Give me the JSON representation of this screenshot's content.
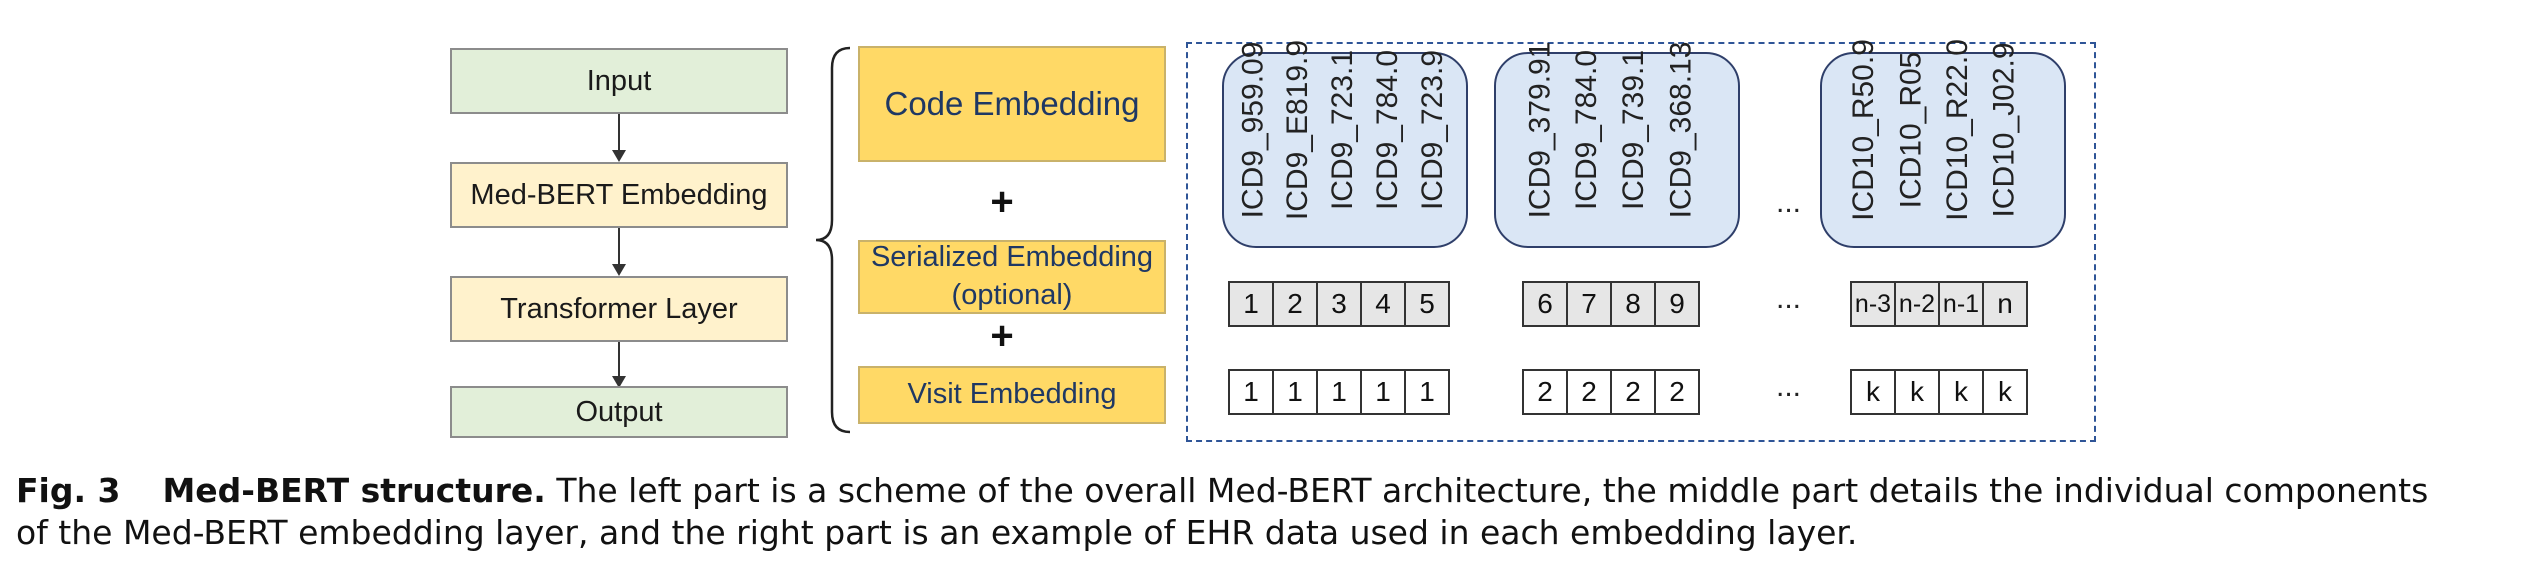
{
  "left_flow": [
    "Input",
    "Med-BERT Embedding",
    "Transformer Layer",
    "Output"
  ],
  "middle": {
    "code_embedding": "Code Embedding",
    "serialized_embedding_line1": "Serialized Embedding",
    "serialized_embedding_line2": "(optional)",
    "visit_embedding": "Visit Embedding",
    "plus": "+"
  },
  "groups": [
    {
      "codes": [
        "ICD9_959.09",
        "ICD9_E819.9",
        "ICD9_723.1",
        "ICD9_784.0",
        "ICD9_723.9"
      ],
      "serial": [
        "1",
        "2",
        "3",
        "4",
        "5"
      ],
      "visit": [
        "1",
        "1",
        "1",
        "1",
        "1"
      ]
    },
    {
      "codes": [
        "ICD9_379.91",
        "ICD9_784.0",
        "ICD9_739.1",
        "ICD9_368.13"
      ],
      "serial": [
        "6",
        "7",
        "8",
        "9"
      ],
      "visit": [
        "2",
        "2",
        "2",
        "2"
      ]
    },
    {
      "codes": [
        "ICD10_R50.9",
        "ICD10_R05",
        "ICD10_R22.0",
        "ICD10_J02.9"
      ],
      "serial": [
        "n-3",
        "n-2",
        "n-1",
        "n"
      ],
      "visit": [
        "k",
        "k",
        "k",
        "k"
      ]
    }
  ],
  "ellipsis": "...",
  "colors": {
    "input_output": "#e2efd9",
    "layers": "#fff2cc",
    "embeddings": "#ffd966",
    "code_group": "#dae6f5",
    "dashed_border": "#2f5597"
  },
  "caption": {
    "label": "Fig. 3",
    "title": "Med-BERT structure.",
    "text_line1": "The left part is a scheme of the overall Med-BERT architecture, the middle part details the individual components",
    "text_line2": "of the Med-BERT embedding layer, and the right part is an example of EHR data used in each embedding layer."
  }
}
